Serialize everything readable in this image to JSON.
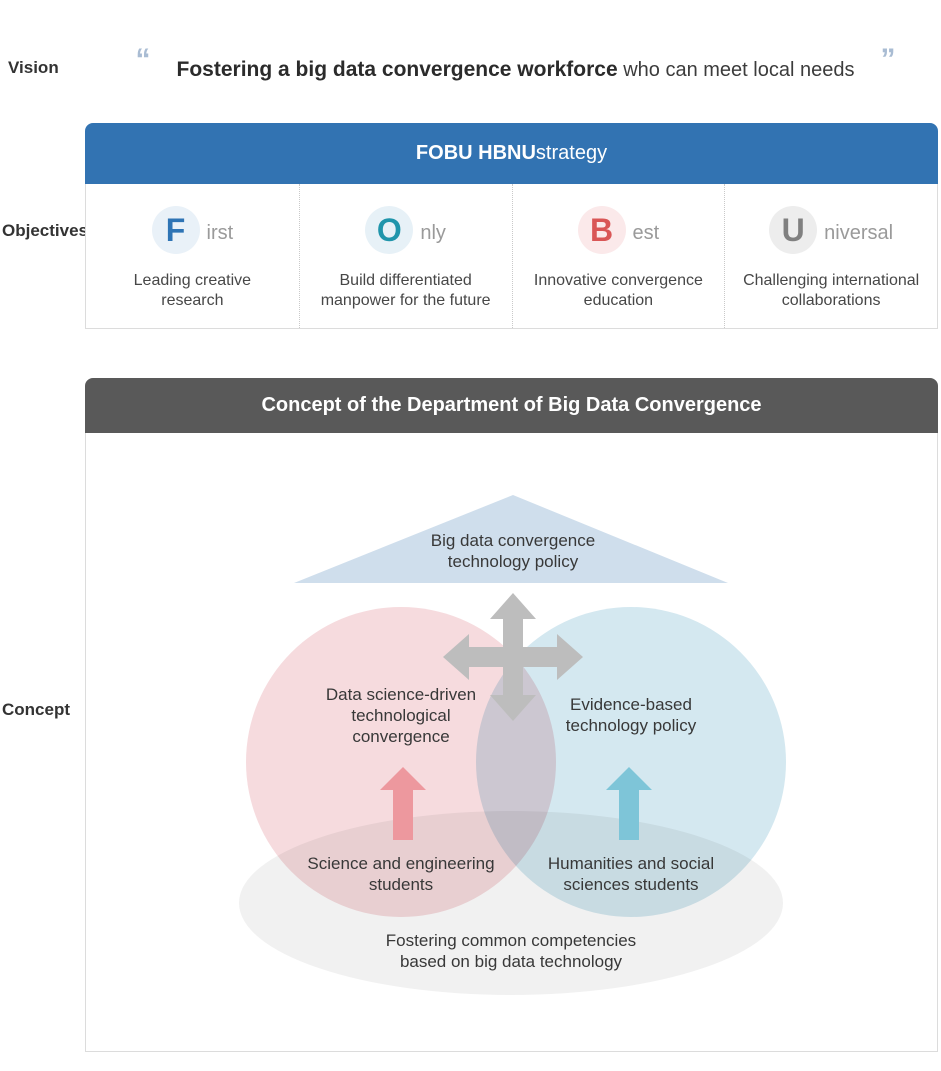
{
  "vision": {
    "label": "Vision",
    "open_quote": "“",
    "close_quote": "”",
    "quote_bold": "Fostering a big data convergence workforce",
    "quote_regular": " who can meet local needs"
  },
  "objectives": {
    "label": "Objectives",
    "header": {
      "bold": "FOBU HBNU",
      "regular": " strategy",
      "bg_color": "#3273b2"
    },
    "items": [
      {
        "letter": "F",
        "suffix": "irst",
        "letter_color": "#2e74b5",
        "circle_color": "#e9f1f8",
        "desc_lines": [
          "Leading creative",
          "research"
        ]
      },
      {
        "letter": "O",
        "suffix": "nly",
        "letter_color": "#2095ab",
        "circle_color": "#e7f1f7",
        "desc_lines": [
          "Build differentiated",
          "manpower for the future"
        ]
      },
      {
        "letter": "B",
        "suffix": "est",
        "letter_color": "#d95656",
        "circle_color": "#fbe9ea",
        "desc_lines": [
          "Innovative convergence",
          "education"
        ]
      },
      {
        "letter": "U",
        "suffix": "niversal",
        "letter_color": "#808080",
        "circle_color": "#ededed",
        "desc_lines": [
          "Challenging international",
          "collaborations"
        ]
      }
    ]
  },
  "concept": {
    "label": "Concept",
    "header": {
      "text": "Concept of the Department of Big Data Convergence",
      "bg_color": "#595959"
    },
    "triangle": {
      "color": "#cfdeec",
      "lines": [
        "Big data convergence",
        "technology policy"
      ]
    },
    "left_circle": {
      "color": "#f6dbde",
      "arrow_color": "#ed989e",
      "lines": [
        "Data science-driven",
        "technological",
        "convergence"
      ],
      "student_lines": [
        "Science and engineering",
        "students"
      ]
    },
    "right_circle": {
      "color": "#d4e8f0",
      "arrow_color": "#7ec5d8",
      "lines": [
        "Evidence-based",
        "technology policy"
      ],
      "student_lines": [
        "Humanities and social",
        "sciences students"
      ]
    },
    "bottom_ellipse": {
      "color": "#f1f1f1",
      "lines": [
        "Fostering common competencies",
        "based on big data technology"
      ]
    },
    "cross_arrow_color": "#bdbdbd"
  }
}
